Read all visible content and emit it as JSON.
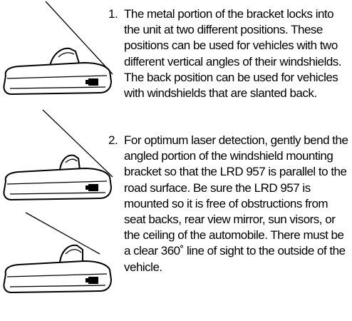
{
  "steps": [
    {
      "number": "1.",
      "text": "The metal portion of the bracket locks into the unit at two different positions. These positions can be used for vehicles with two different vertical angles of their windshields. The back position can be used for vehicles with windshields that are slanted back."
    },
    {
      "number": "2.",
      "text": "For optimum laser detection, gently bend the angled portion of the windshield mounting bracket so that the LRD 957 is parallel to the road surface. Be sure the LRD 957 is mounted so it is free of obstructions from seat backs, rear view mirror, sun visors, or the ceiling of the automobile. There must be a clear 360˚ line of sight to the outside of the vehicle."
    }
  ],
  "illustrations": [
    {
      "icon": "detector-bracket-back-position-icon"
    },
    {
      "icon": "detector-bracket-upright-position-icon"
    },
    {
      "icon": "detector-bracket-parallel-mount-icon"
    }
  ]
}
